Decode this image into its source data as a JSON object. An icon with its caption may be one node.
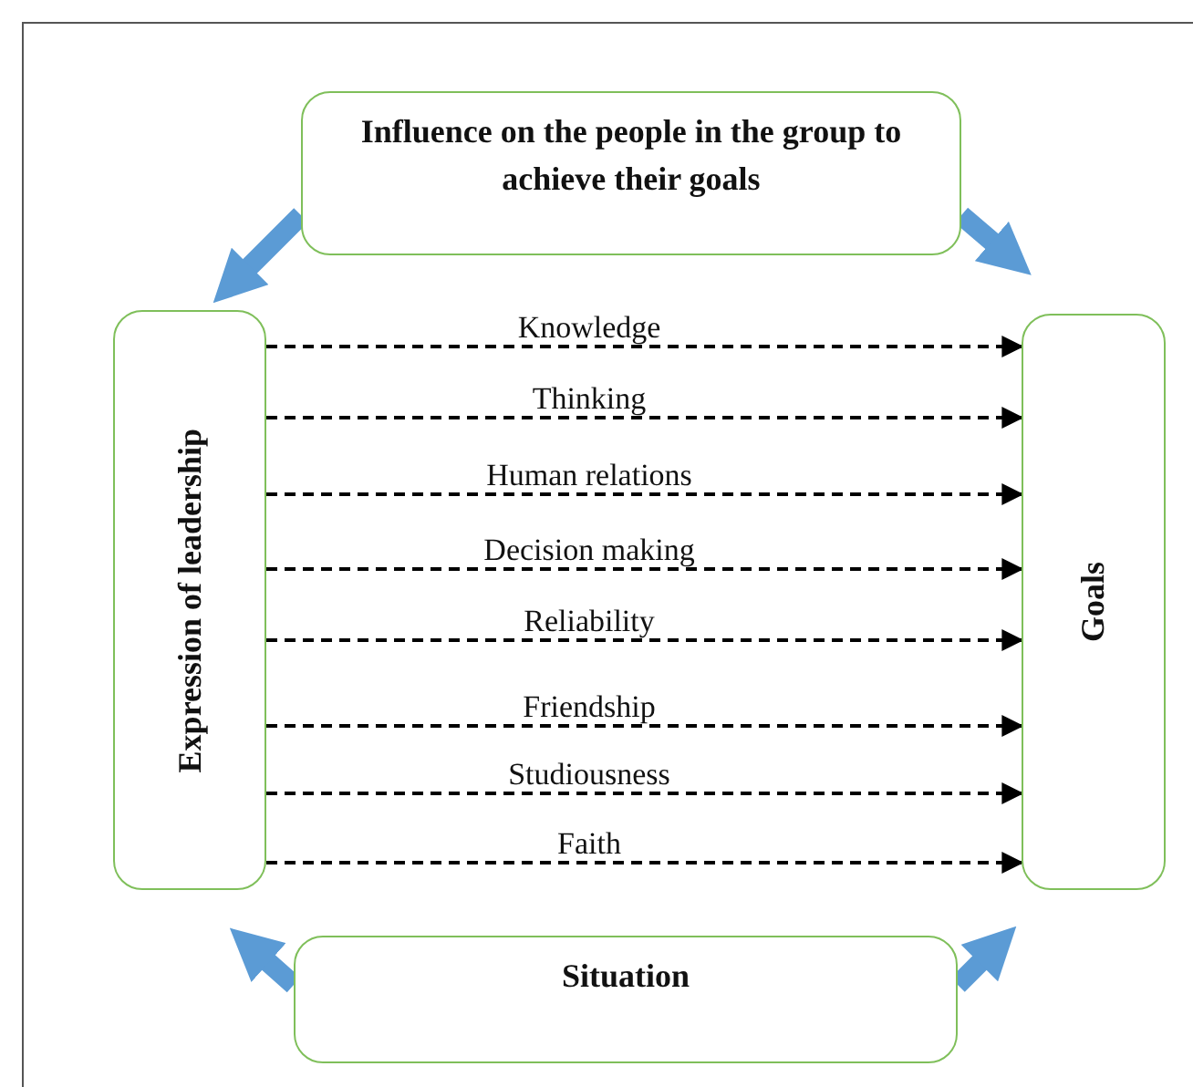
{
  "diagram": {
    "nodes": [
      {
        "text": [
          "Influence on the people in the group to achieve their goals"
        ]
      },
      {
        "text": [
          "Expression of leadership"
        ]
      },
      {
        "text": [
          "Goals"
        ]
      },
      {
        "text": [
          "Situation"
        ]
      }
    ],
    "edges": [
      {
        "from": 0,
        "to": 1,
        "arrow": "to",
        "style": "thick",
        "color": "#5b9bd5"
      },
      {
        "from": 0,
        "to": 2,
        "arrow": "to",
        "style": "thick",
        "color": "#5b9bd5"
      },
      {
        "from": 1,
        "to": 2,
        "arrow": "to",
        "style": "dashed",
        "label": "Knowledge"
      },
      {
        "from": 1,
        "to": 2,
        "arrow": "to",
        "style": "dashed",
        "label": "Thinking"
      },
      {
        "from": 1,
        "to": 2,
        "arrow": "to",
        "style": "dashed",
        "label": "Human relations"
      },
      {
        "from": 1,
        "to": 2,
        "arrow": "to",
        "style": "dashed",
        "label": "Decision making"
      },
      {
        "from": 1,
        "to": 2,
        "arrow": "to",
        "style": "dashed",
        "label": "Reliability"
      },
      {
        "from": 1,
        "to": 2,
        "arrow": "to",
        "style": "dashed",
        "label": "Friendship"
      },
      {
        "from": 1,
        "to": 2,
        "arrow": "to",
        "style": "dashed",
        "label": "Studiousness"
      },
      {
        "from": 1,
        "to": 2,
        "arrow": "to",
        "style": "dashed",
        "label": "Faith"
      },
      {
        "from": 3,
        "to": 1,
        "arrow": "to",
        "style": "thick",
        "color": "#5b9bd5"
      },
      {
        "from": 3,
        "to": 2,
        "arrow": "to",
        "style": "thick",
        "color": "#5b9bd5"
      }
    ]
  }
}
